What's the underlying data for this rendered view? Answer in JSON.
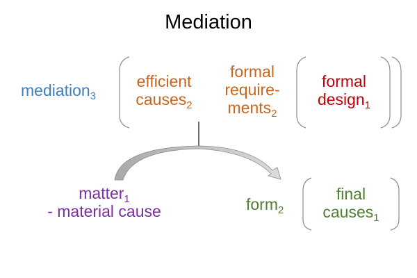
{
  "title": "Mediation",
  "nodes": {
    "mediation": {
      "text": "mediation",
      "sub": "3",
      "color": "#3d7fc1"
    },
    "efficient_causes": {
      "line1": "efficient",
      "line2": "causes",
      "sub": "2",
      "color": "#c9651d"
    },
    "formal_requirements": {
      "line1": "formal",
      "line2": "require-",
      "line3": "ments",
      "sub": "2",
      "color": "#c9651d"
    },
    "formal_design": {
      "line1": "formal",
      "line2": "design",
      "sub": "1",
      "color": "#c0000b"
    },
    "matter": {
      "line1": "matter",
      "sub": "1",
      "line2": "- material cause",
      "color": "#7a2fa0"
    },
    "form": {
      "text": "form",
      "sub": "2",
      "color": "#4f8131"
    },
    "final_causes": {
      "line1": "final",
      "line2": "causes",
      "sub": "1",
      "color": "#4f8131"
    }
  },
  "connectors": {
    "arrow": {
      "from": "matter",
      "to": "form",
      "label": "curved-arrow"
    }
  }
}
